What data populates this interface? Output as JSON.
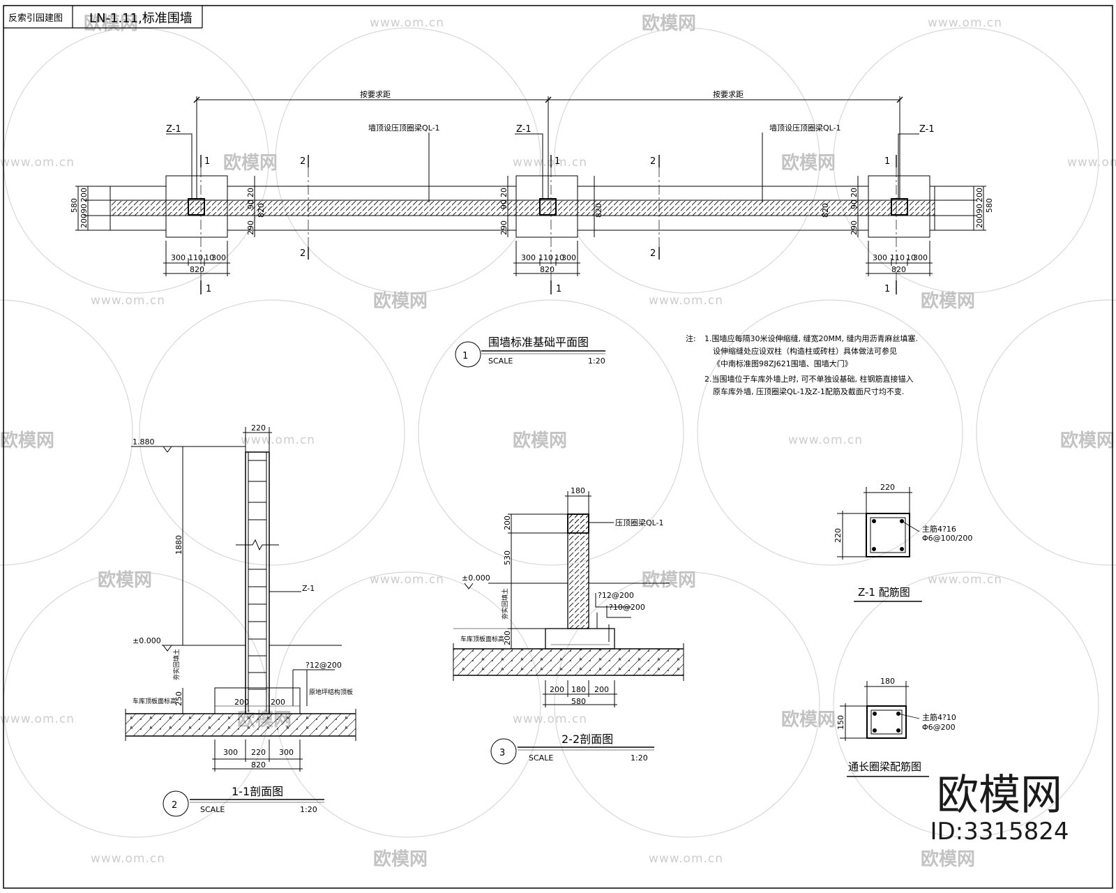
{
  "title_block": {
    "drawing_title": "反索引园建图",
    "drawing_no": "LN-1.11,标准围墙"
  },
  "plan": {
    "title": "围墙标准基础平面图",
    "number": "1",
    "scale_label": "SCALE",
    "scale_value": "1:20",
    "column_label": "Z-1",
    "beam_label": "墙顶设压顶圈梁QL-1",
    "span_label": "按要求距",
    "section_1": "1",
    "section_2": "2",
    "dim_300": "300",
    "dim_110": "110",
    "dim_10": "10",
    "dim_820": "820",
    "dim_580": "580",
    "dim_200": "200",
    "dim_90": "90",
    "dim_290": "290",
    "dim_20": "20"
  },
  "notes": {
    "label": "注:",
    "lines": [
      "1.围墙应每隔30米设伸缩缝, 缝宽20MM, 缝内用沥青麻丝填塞.",
      "设伸缩缝处应设双柱（构造柱或砖柱）具体做法可参见",
      "《中南标准图98ZJ621围墙、围墙大门》",
      "2.当围墙位于车库外墙上时, 可不单独设基础, 柱钢筋直接锚入",
      "原车库外墙, 压顶圈梁QL-1及Z-1配筋及截面尺寸均不变."
    ]
  },
  "section_1": {
    "title": "1-1剖面图",
    "number": "2",
    "scale_label": "SCALE",
    "scale_value": "1:20",
    "top_level": "1.880",
    "ground_level": "±0.000",
    "height": "1880",
    "dim_220": "220",
    "dim_250": "250",
    "dim_200": "200",
    "dim_300": "300",
    "dim_820": "820",
    "column_label": "Z-1",
    "rebar": "?12@200",
    "fill_label": "夯实回填土",
    "slab_label": "车库顶板面标高",
    "footing_label": "原地坪结构顶板"
  },
  "section_2": {
    "title": "2-2剖面图",
    "number": "3",
    "scale_label": "SCALE",
    "scale_value": "1:20",
    "ground_level": "±0.000",
    "dim_180": "180",
    "dim_200": "200",
    "dim_530": "530",
    "dim_580": "580",
    "beam_label": "压顶圈梁QL-1",
    "rebar_1": "?12@200",
    "rebar_2": "?10@200",
    "fill_label": "夯实回填土",
    "slab_label": "车库顶板面标高"
  },
  "z1_detail": {
    "title": "Z-1 配筋图",
    "width": "220",
    "height": "220",
    "main_bars": "主筋4?16",
    "stirrups": "Φ6@100/200"
  },
  "ql_detail": {
    "title": "通长圈梁配筋图",
    "width": "180",
    "height": "150",
    "main_bars": "主筋4?10",
    "stirrups": "Φ6@200"
  },
  "watermark": {
    "brand": "欧模网",
    "url": "www.om.cn",
    "id": "ID:3315824"
  }
}
